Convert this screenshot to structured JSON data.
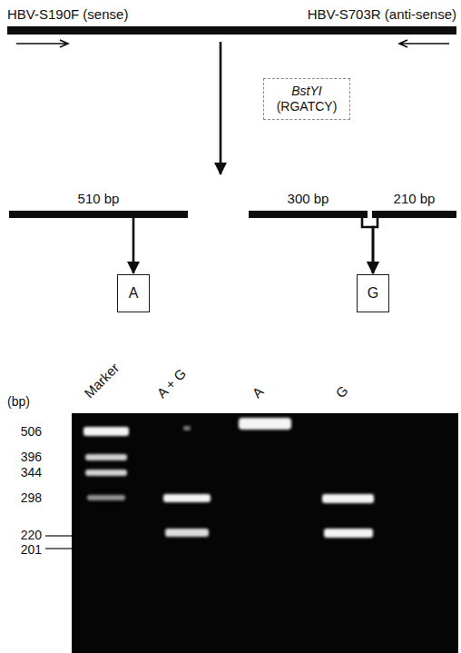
{
  "diagram": {
    "nodes": [
      {
        "text": [
          "HBV-S190F (sense)",
          "HBV-S703R (anti-sense)"
        ]
      },
      {
        "text": [
          "BstYI",
          "(RGATCY)"
        ]
      },
      {
        "text": [
          "510 bp"
        ]
      },
      {
        "text": [
          "300 bp"
        ]
      },
      {
        "text": [
          "210 bp"
        ]
      },
      {
        "text": [
          "A"
        ]
      },
      {
        "text": [
          "G"
        ]
      }
    ],
    "edges": [
      {
        "from": 2,
        "to": 5,
        "arrow": "to"
      },
      {
        "from": 3,
        "to": 6,
        "arrow": "to"
      },
      {
        "from": 4,
        "to": 6,
        "arrow": "to"
      }
    ],
    "labels": [
      "Marker",
      "A + G",
      "A",
      "G",
      "(bp)",
      "506",
      "396",
      "344",
      "298",
      "220",
      "201"
    ]
  }
}
